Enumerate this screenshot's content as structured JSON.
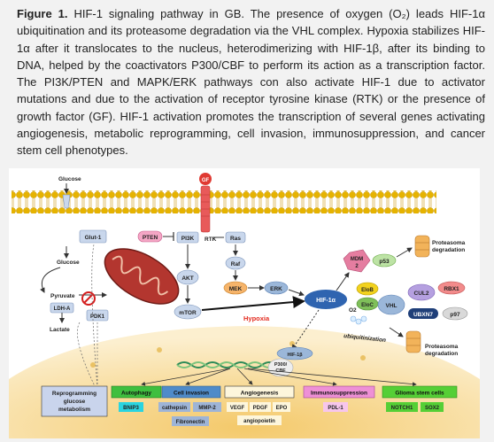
{
  "caption": {
    "label": "Figure 1.",
    "text": "HIF-1 signaling pathway in GB. The presence of oxygen (O₂) leads HIF-1α ubiquitination and its proteasome degradation via the VHL complex. Hypoxia stabilizes HIF-1α after it translocates to the nucleus, heterodimerizing with HIF-1β, after its binding to DNA, helped by the coactivators P300/CBF to perform its action as a transcription factor. The PI3K/PTEN and MAPK/ERK pathways con also activate HIF-1 due to activator mutations and due to the activation of receptor tyrosine kinase (RTK) or the presence of growth factor (GF). HIF-1 activation promotes the transcription of several genes activating angiogenesis, metabolic reprogramming, cell invasion, immunosuppression, and cancer stem cell phenotypes."
  },
  "diagram": {
    "membrane": {
      "glucose_top": "Glucose",
      "glut1": "Glut-1",
      "glucose": "Glucose",
      "pten": "PTEN",
      "pi3k": "PI3K",
      "rtk": "RTK",
      "gf": "GF",
      "ras": "Ras"
    },
    "pathway": {
      "pyruvate": "Pyruvate",
      "ldha": "LDH-A",
      "lactate": "Lactate",
      "pdk1": "PDK1",
      "akt": "AKT",
      "mtor": "mTOR",
      "raf": "Raf",
      "mek": "MEK",
      "erk": "ERK",
      "hypoxia": "Hypoxia",
      "hif1a": "HIF-1α",
      "hif1b": "HIF-1β",
      "p300": "P300/",
      "cbf": "CBF",
      "o2": "O2"
    },
    "degradation": {
      "mdm2_a": "MDM",
      "mdm2_b": "2",
      "p53": "p53",
      "proteasome_top_1": "Proteasoma",
      "proteasome_top_2": "degradation",
      "elob": "EloB",
      "eloc": "EloC",
      "vhl": "VHL",
      "cul2": "CUL2",
      "rbx1": "RBX1",
      "ubxn7": "UBXN7",
      "p97": "p97",
      "ubiquitinization": "ubiquitinization",
      "proteasome_bottom_1": "Proteasoma",
      "proteasome_bottom_2": "degradation"
    },
    "outcomes": {
      "metabolism_1": "Reprogramming",
      "metabolism_2": "glucose",
      "metabolism_3": "metabolism",
      "autophagy": "Autophagy",
      "bnip3": "BNIP3",
      "cell_invasion": "Cell invasion",
      "cathepsin": "cathepsin",
      "mmp2": "MMP-2",
      "fibronectin": "Fibronectin",
      "angiogenesis": "Angiogenesis",
      "vegf": "VEGF",
      "pdgf": "PDGF",
      "epo": "EPO",
      "angiopoietin": "angiopoietin",
      "immunosuppression": "Immunosuppression",
      "pdl1": "PDL-1",
      "glioma": "Glioma stem cells",
      "notch1": "NOTCH1",
      "sox2": "SOX2"
    },
    "colors": {
      "membrane_head": "#e6b300",
      "node_blue": "#9bb7d9",
      "hif_blue": "#2f64b0",
      "mitochondria": "#b3362f",
      "hypoxia_red": "#e32b1f",
      "nucleus": "#fbe7b4",
      "mdm2_pink": "#e57da0",
      "green_node": "#7fbf5a",
      "yellow_node": "#f2d21e",
      "ubxn7_navy": "#1f3f79",
      "autophagy_green": "#3fbf3f",
      "invasion_blue": "#4f8bc9",
      "immuno_pink": "#ee90d6",
      "glioma_green": "#55cf36"
    }
  }
}
